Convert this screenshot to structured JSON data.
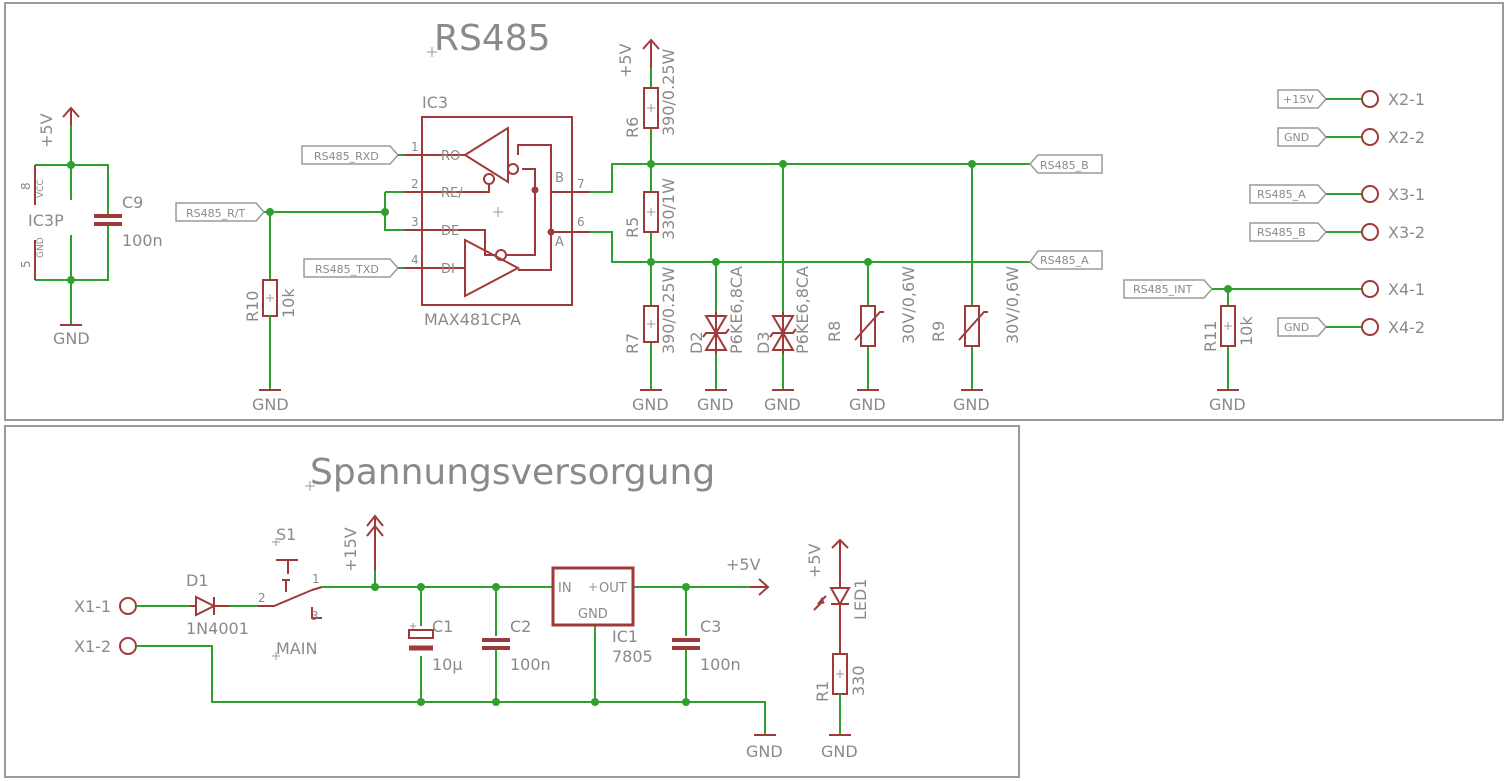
{
  "sections": {
    "rs485": "RS485",
    "power": "Spannungsversorgung"
  },
  "ic3": {
    "name": "IC3",
    "part": "MAX481CPA",
    "pins": {
      "ro": "RO",
      "re": "RE/",
      "de": "DE",
      "di": "DI",
      "b": "B",
      "a": "A"
    },
    "pin_numbers": {
      "p1": "1",
      "p2": "2",
      "p3": "3",
      "p4": "4",
      "p6": "6",
      "p7": "7"
    }
  },
  "ic3p": {
    "name": "IC3P",
    "vcc": "VCC",
    "gnd": "GND",
    "pin8": "8",
    "pin5": "5"
  },
  "net_labels": {
    "rs485_rxd": "RS485_RXD",
    "rs485_rt": "RS485_R/T",
    "rs485_txd": "RS485_TXD",
    "rs485_b": "RS485_B",
    "rs485_a": "RS485_A",
    "p15v": "+15V",
    "gnd": "GND",
    "rs485_int": "RS485_INT"
  },
  "supply": {
    "p5v": "+5V",
    "p15v": "+15V",
    "gnd": "GND"
  },
  "components": {
    "c9": {
      "name": "C9",
      "value": "100n"
    },
    "r10": {
      "name": "R10",
      "value": "10k"
    },
    "r6": {
      "name": "R6",
      "value": "390/0.25W"
    },
    "r5": {
      "name": "R5",
      "value": "330/1W"
    },
    "r7": {
      "name": "R7",
      "value": "390/0.25W"
    },
    "d2": {
      "name": "D2",
      "value": "P6KE6,8CA"
    },
    "d3": {
      "name": "D3",
      "value": "P6KE6,8CA"
    },
    "r8": {
      "name": "R8",
      "value": "30V/0,6W"
    },
    "r9": {
      "name": "R9",
      "value": "30V/0,6W"
    },
    "r11": {
      "name": "R11",
      "value": "10k"
    },
    "d1": {
      "name": "D1",
      "value": "1N4001"
    },
    "s1": {
      "name": "S1",
      "value": "MAIN",
      "pin1": "1",
      "pin2": "2",
      "pin3": "3"
    },
    "c1": {
      "name": "C1",
      "value": "10µ"
    },
    "c2": {
      "name": "C2",
      "value": "100n"
    },
    "ic1": {
      "name": "IC1",
      "value": "7805",
      "in": "IN",
      "out": "OUT",
      "gnd": "GND"
    },
    "c3": {
      "name": "C3",
      "value": "100n"
    },
    "led1": {
      "name": "LED1"
    },
    "r1": {
      "name": "R1",
      "value": "330"
    }
  },
  "connectors": {
    "x21": "X2-1",
    "x22": "X2-2",
    "x31": "X3-1",
    "x32": "X3-2",
    "x41": "X4-1",
    "x42": "X4-2",
    "x11": "X1-1",
    "x12": "X1-2"
  }
}
